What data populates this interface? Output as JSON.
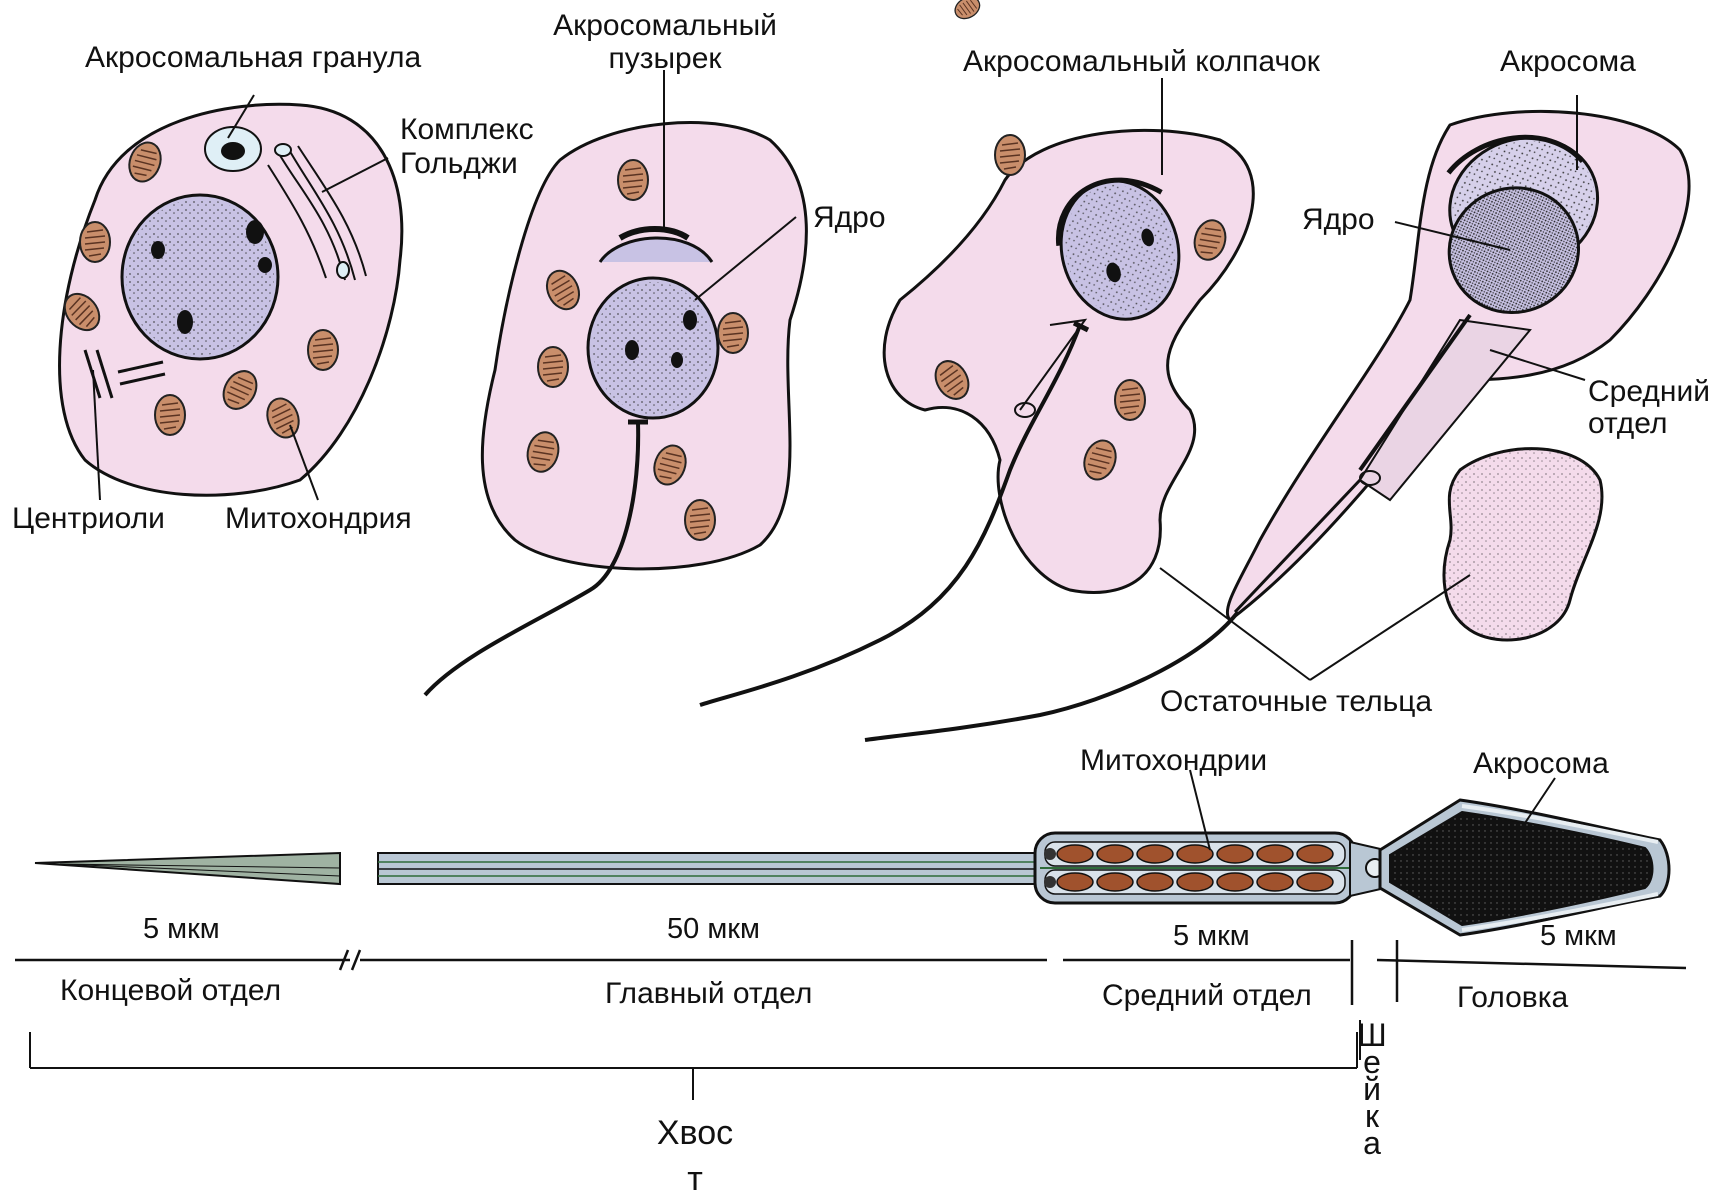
{
  "labels": {
    "acrosomal_granule": "Акросомальная гранула",
    "golgi_complex_1": "Комплекс",
    "golgi_complex_2": "Гольджи",
    "centrioles": "Центриоли",
    "mitochondrion": "Митохондрия",
    "acrosomal_vesicle_1": "Акросомальный",
    "acrosomal_vesicle_2": "пузырек",
    "nucleus_1": "Ядро",
    "acrosomal_cap": "Акросомальный колпачок",
    "acrosome_top": "Акросома",
    "nucleus_2": "Ядро",
    "middle_piece_1": "Средний",
    "middle_piece_2": "отдел",
    "residual_bodies": "Остаточные тельца",
    "mitochondria": "Митохондрии",
    "acrosome_bottom": "Акросома"
  },
  "scale": {
    "end_piece_length": "5 мкм",
    "principal_piece_length": "50 мкм",
    "middle_piece_length": "5 мкм",
    "head_length": "5 мкм"
  },
  "sections": {
    "end_piece": "Концевой отдел",
    "principal_piece": "Главный отдел",
    "middle_piece": "Средний отдел",
    "head": "Головка",
    "neck": "Шейка",
    "tail": "Хвост"
  },
  "colors": {
    "cytoplasm": "#f4dbeb",
    "nucleus": "#c8c2e4",
    "mitochondria": "#c98e6b",
    "mito_dark": "#a0522d",
    "sperm_sheath": "#b9c7d4",
    "head_fill": "#111111",
    "outline": "#111111"
  }
}
